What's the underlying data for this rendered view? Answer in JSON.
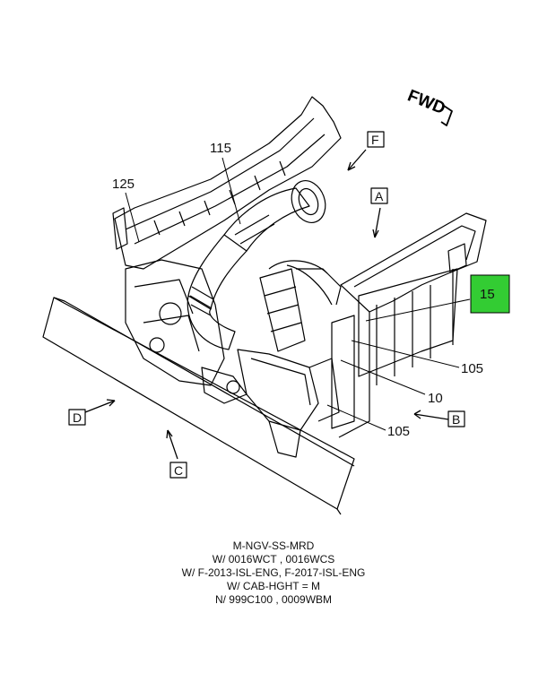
{
  "orientation_label": "FWD",
  "view_labels": [
    "F",
    "A",
    "D",
    "C",
    "B"
  ],
  "callouts": {
    "c115": "115",
    "c125": "125",
    "c15": "15",
    "c105a": "105",
    "c10": "10",
    "c105b": "105"
  },
  "highlight_color": "#33cc33",
  "notes": [
    "M-NGV-SS-MRD",
    "W/ 0016WCT , 0016WCS",
    "W/ F-2013-ISL-ENG, F-2017-ISL-ENG",
    "W/ CAB-HGHT = M",
    "N/ 999C100 , 0009WBM"
  ]
}
